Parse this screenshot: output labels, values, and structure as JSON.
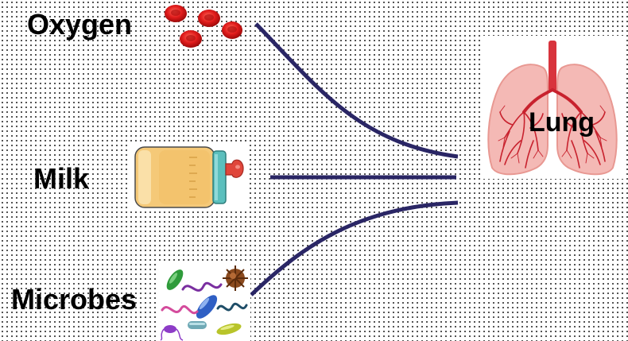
{
  "labels": {
    "oxygen": "Oxygen",
    "milk": "Milk",
    "microbes": "Microbes",
    "lung": "Lung"
  },
  "colors": {
    "arrow": "#2a2665",
    "oxygen_cells": "#e01b1b",
    "lung_tissue": "#f4b9b5",
    "lung_vessels": "#c8222e",
    "bottle_body": "#f5c978",
    "bottle_neck": "#5bbfbd",
    "nipple": "#e0463b"
  },
  "icons": {
    "oxygen": "red-blood-cells-icon",
    "milk": "baby-bottle-icon",
    "microbes": "microbes-icon",
    "lung": "lungs-icon"
  }
}
